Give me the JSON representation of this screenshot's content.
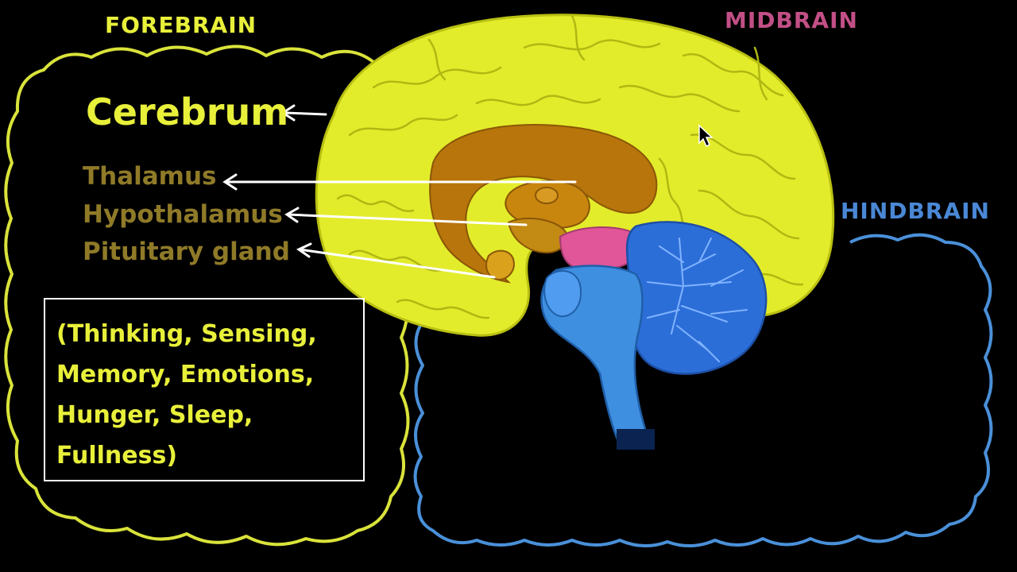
{
  "regions": {
    "forebrain": "FOREBRAIN",
    "midbrain": "MIDBRAIN",
    "hindbrain": "HINDBRAIN"
  },
  "labels": {
    "cerebrum": "Cerebrum",
    "thalamus": "Thalamus",
    "hypothalamus": "Hypothalamus",
    "pituitary": "Pituitary gland"
  },
  "functions": [
    "(Thinking, Sensing,",
    "Memory, Emotions,",
    "Hunger, Sleep,",
    "Fullness)"
  ],
  "colors": {
    "background": "#000000",
    "forebrain": "#e8f03a",
    "midbrain": "#c24f86",
    "hindbrain": "#4a88d6",
    "cerebrum_fill": "#e3ec2b",
    "inner_label": "#8f7a28",
    "inner_fill": "#b8750c",
    "brainstem": "#3f8fe0",
    "cerebellum": "#2c6ed8",
    "arrow": "#ffffff"
  }
}
